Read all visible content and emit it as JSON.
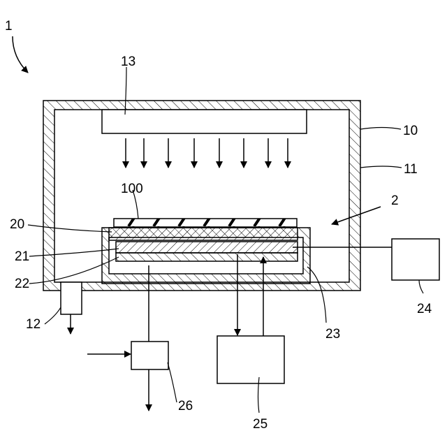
{
  "labels": {
    "device": "1",
    "chamber": "10",
    "space": "11",
    "exhaust": "12",
    "source": "13",
    "stage": "2",
    "plate": "20",
    "layer21": "21",
    "layer22": "22",
    "holder": "23",
    "box24": "24",
    "box25": "25",
    "box26": "26",
    "workpiece": "100"
  }
}
